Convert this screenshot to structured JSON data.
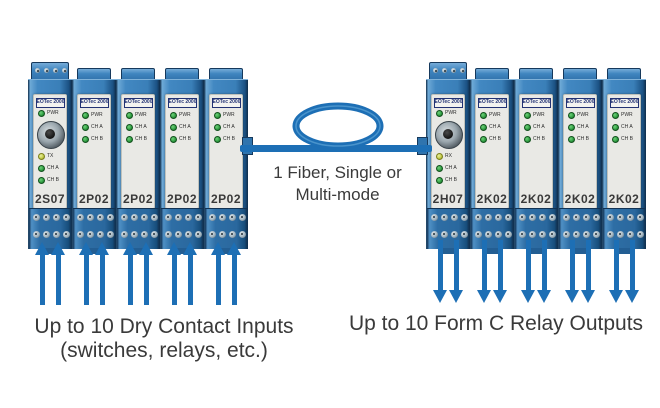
{
  "brand_label": "EOTec 2000",
  "fiber_note": {
    "line1": "1 Fiber, Single or",
    "line2": "Multi-mode"
  },
  "left_caption": {
    "line1": "Up to 10 Dry Contact Inputs",
    "line2": "(switches, relays, etc.)"
  },
  "right_caption": {
    "line1": "Up to 10 Form C Relay Outputs"
  },
  "left_group": {
    "arrow_direction": "up",
    "arrow_count": 10,
    "modules": [
      {
        "model": "2S07",
        "fiber": true,
        "leds_top": [
          {
            "label": "PWR",
            "color": "green"
          }
        ],
        "leds_bottom": [
          {
            "label": "TX",
            "color": "yellow"
          },
          {
            "label": "CH A",
            "color": "green"
          },
          {
            "label": "CH B",
            "color": "green"
          }
        ]
      },
      {
        "model": "2P02",
        "fiber": false,
        "leds_top": [
          {
            "label": "PWR",
            "color": "green"
          },
          {
            "label": "CH A",
            "color": "green"
          },
          {
            "label": "CH B",
            "color": "green"
          }
        ],
        "leds_bottom": []
      },
      {
        "model": "2P02",
        "fiber": false,
        "leds_top": [
          {
            "label": "PWR",
            "color": "green"
          },
          {
            "label": "CH A",
            "color": "green"
          },
          {
            "label": "CH B",
            "color": "green"
          }
        ],
        "leds_bottom": []
      },
      {
        "model": "2P02",
        "fiber": false,
        "leds_top": [
          {
            "label": "PWR",
            "color": "green"
          },
          {
            "label": "CH A",
            "color": "green"
          },
          {
            "label": "CH B",
            "color": "green"
          }
        ],
        "leds_bottom": []
      },
      {
        "model": "2P02",
        "fiber": false,
        "leds_top": [
          {
            "label": "PWR",
            "color": "green"
          },
          {
            "label": "CH A",
            "color": "green"
          },
          {
            "label": "CH B",
            "color": "green"
          }
        ],
        "leds_bottom": []
      }
    ]
  },
  "right_group": {
    "arrow_direction": "down",
    "arrow_count": 10,
    "modules": [
      {
        "model": "2H07",
        "fiber": true,
        "leds_top": [
          {
            "label": "PWR",
            "color": "green"
          }
        ],
        "leds_bottom": [
          {
            "label": "RX",
            "color": "yellow"
          },
          {
            "label": "CH A",
            "color": "green"
          },
          {
            "label": "CH B",
            "color": "green"
          }
        ]
      },
      {
        "model": "2K02",
        "fiber": false,
        "leds_top": [
          {
            "label": "PWR",
            "color": "green"
          },
          {
            "label": "CH A",
            "color": "green"
          },
          {
            "label": "CH B",
            "color": "green"
          }
        ],
        "leds_bottom": []
      },
      {
        "model": "2K02",
        "fiber": false,
        "leds_top": [
          {
            "label": "PWR",
            "color": "green"
          },
          {
            "label": "CH A",
            "color": "green"
          },
          {
            "label": "CH B",
            "color": "green"
          }
        ],
        "leds_bottom": []
      },
      {
        "model": "2K02",
        "fiber": false,
        "leds_top": [
          {
            "label": "PWR",
            "color": "green"
          },
          {
            "label": "CH A",
            "color": "green"
          },
          {
            "label": "CH B",
            "color": "green"
          }
        ],
        "leds_bottom": []
      },
      {
        "model": "2K02",
        "fiber": false,
        "leds_top": [
          {
            "label": "PWR",
            "color": "green"
          },
          {
            "label": "CH A",
            "color": "green"
          },
          {
            "label": "CH B",
            "color": "green"
          }
        ],
        "leds_bottom": []
      }
    ]
  },
  "colors": {
    "accent_blue": "#1d6fb5",
    "module_blue": "#4288c2",
    "faceplate": "#e9e9e5",
    "logo_navy": "#223274",
    "led_green": "#2f9e41",
    "led_yellow": "#c2ca45",
    "text": "#3a3a3a"
  }
}
